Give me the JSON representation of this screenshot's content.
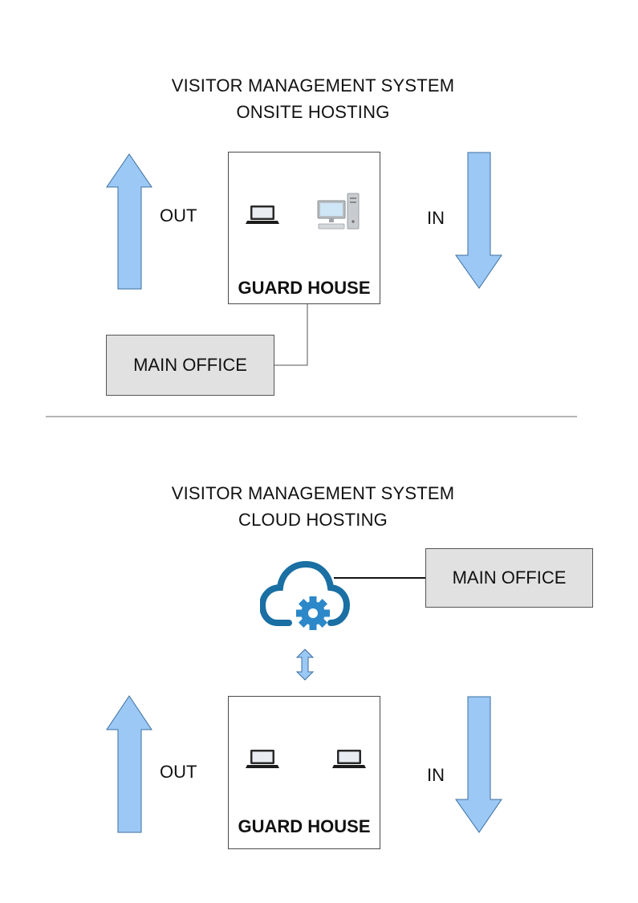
{
  "colors": {
    "arrow_fill": "#9cc8f5",
    "arrow_stroke": "#3b6f9f",
    "office_fill": "#e1e1e1",
    "cloud_blue": "#1a6fa3",
    "gear_blue": "#2c88c9"
  },
  "onsite": {
    "title_line1": "VISITOR MANAGEMENT SYSTEM",
    "title_line2": "ONSITE HOSTING",
    "out_label": "OUT",
    "in_label": "IN",
    "guard_house_label": "GUARD HOUSE",
    "main_office_label": "MAIN OFFICE",
    "icons": [
      "laptop-icon",
      "desktop-computer-icon"
    ]
  },
  "cloud": {
    "title_line1": "VISITOR MANAGEMENT SYSTEM",
    "title_line2": "CLOUD HOSTING",
    "out_label": "OUT",
    "in_label": "IN",
    "guard_house_label": "GUARD HOUSE",
    "main_office_label": "MAIN OFFICE",
    "icons": [
      "cloud-gear-icon",
      "double-arrow-icon",
      "laptop-icon",
      "laptop-icon"
    ]
  }
}
